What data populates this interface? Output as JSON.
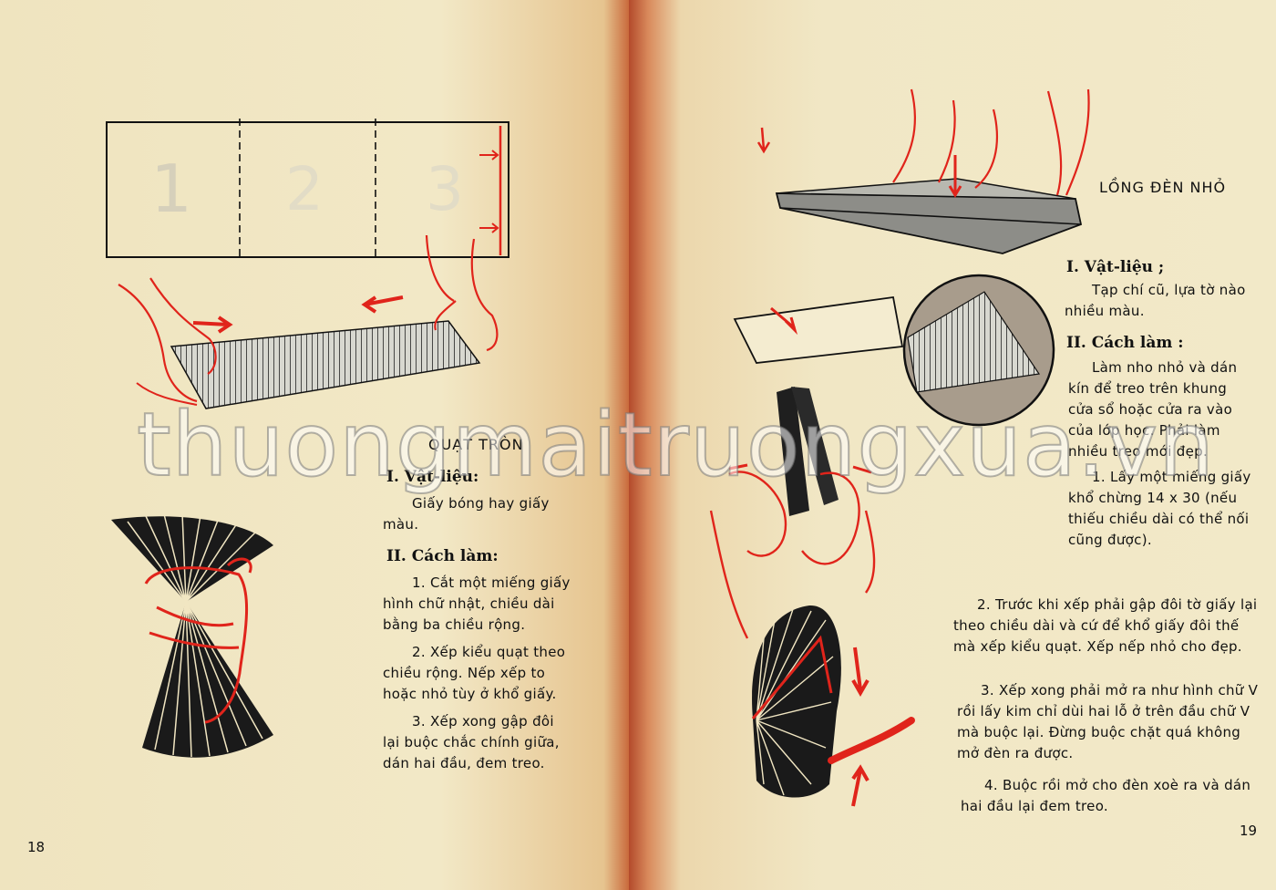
{
  "left_page": {
    "diagram_labels": [
      "1",
      "2",
      "3"
    ],
    "title": "QUẠT TRÒN",
    "materials_heading": "I. Vật-liệu:",
    "materials_text": "Giấy bóng hay giấy màu.",
    "method_heading": "II. Cách làm:",
    "steps": [
      "1. Cắt một miếng giấy hình chữ nhật, chiều dài bằng ba chiều rộng.",
      "2. Xếp kiểu quạt theo chiều rộng. Nếp xếp to hoặc nhỏ tùy ở khổ giấy.",
      "3. Xếp xong gập đôi lại buộc chắc chính giữa, dán hai đầu, đem treo."
    ],
    "page_number": "18"
  },
  "right_page": {
    "title": "LỒNG ĐÈN NHỎ",
    "materials_heading": "I. Vật-liệu ;",
    "materials_text": "Tạp chí cũ, lựa tờ nào nhiều màu.",
    "method_heading": "II. Cách làm :",
    "intro": "Làm nho nhỏ và dán kín để treo trên khung cửa sổ hoặc cửa ra vào của lớp học. Phải làm nhiều treo mới đẹp.",
    "steps": [
      "1. Lấy một miếng giấy khổ chừng 14 x 30 (nếu thiếu chiều dài có thể nối cũng được).",
      "2. Trước khi xếp phải gập đôi tờ giấy lại theo chiều dài và cứ để khổ giấy đôi thế mà xếp kiểu quạt. Xếp nếp nhỏ cho đẹp.",
      "3. Xếp xong phải mở ra như hình chữ V rồi lấy kim chỉ dùi hai lỗ ở trên đầu chữ V mà buộc lại. Đừng buộc chặt quá không mở đèn ra được.",
      "4. Buộc rồi mở cho đèn xoè ra và dán hai đầu lại đem treo."
    ],
    "page_number": "19"
  },
  "watermark": "thuongmaitruongxua.vn",
  "colors": {
    "paper": "#f1e6c2",
    "ink": "#111111",
    "accent_red": "#e0241b",
    "gutter": "#b34a2b"
  }
}
